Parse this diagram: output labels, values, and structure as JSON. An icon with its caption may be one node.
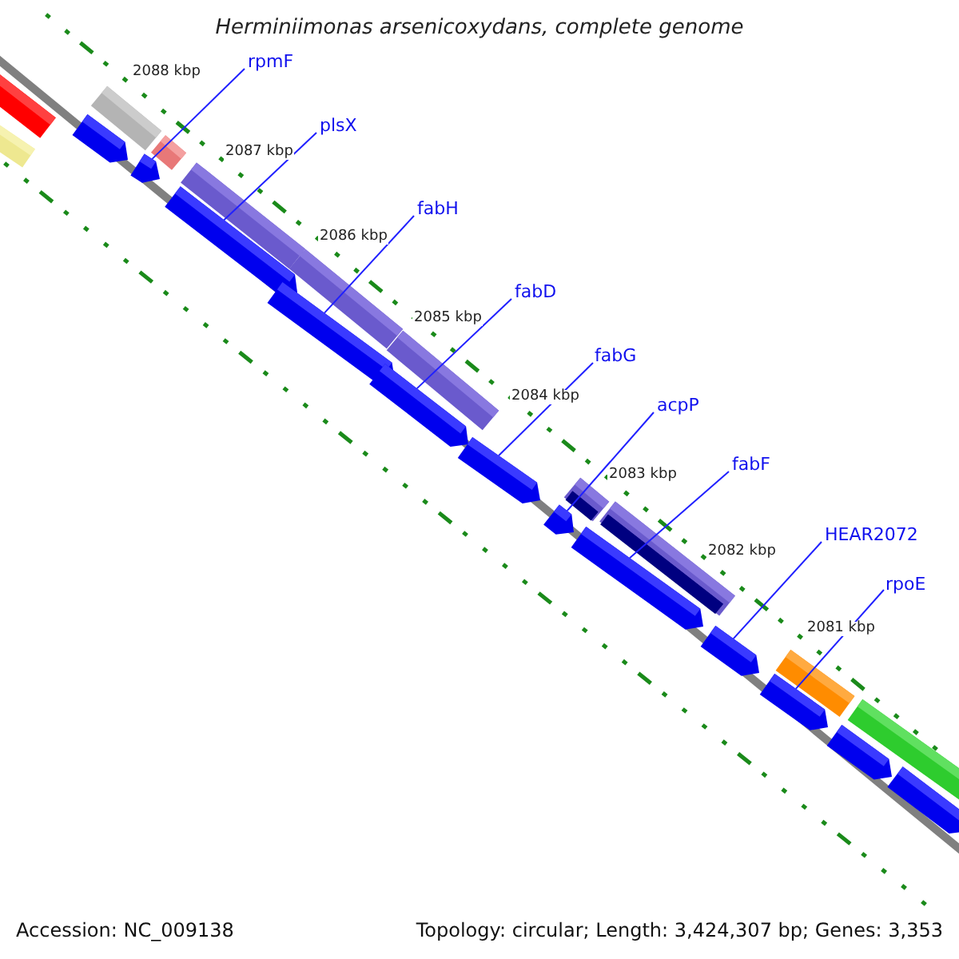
{
  "diagram": {
    "title": "Herminiimonas arsenicoxydans, complete genome",
    "nodes": [
      {
        "text": [
          "rpmF"
        ]
      },
      {
        "text": [
          "plsX"
        ]
      },
      {
        "text": [
          "fabH"
        ]
      },
      {
        "text": [
          "fabD"
        ]
      },
      {
        "text": [
          "fabG"
        ]
      },
      {
        "text": [
          "acpP"
        ]
      },
      {
        "text": [
          "fabF"
        ]
      },
      {
        "text": [
          "HEAR2072"
        ]
      },
      {
        "text": [
          "rpoE"
        ]
      },
      {
        "text": [],
        "shape": "bar"
      },
      {
        "text": [],
        "shape": "bar"
      },
      {
        "text": [],
        "shape": "bar"
      },
      {
        "text": [],
        "shape": "bar"
      },
      {
        "text": [],
        "shape": "bar"
      },
      {
        "text": [],
        "shape": "bar"
      },
      {
        "text": [],
        "shape": "bar"
      },
      {
        "text": [],
        "shape": "bar"
      },
      {
        "text": [],
        "shape": "bar"
      },
      {
        "text": [],
        "shape": "bar"
      },
      {
        "text": [],
        "shape": "bar"
      },
      {
        "text": [],
        "shape": "bar"
      }
    ],
    "edges": [
      {
        "from": 0,
        "to": 10,
        "arrow": "none"
      },
      {
        "from": 1,
        "to": 11,
        "arrow": "none"
      },
      {
        "from": 2,
        "to": 12,
        "arrow": "none"
      },
      {
        "from": 3,
        "to": 13,
        "arrow": "none"
      },
      {
        "from": 4,
        "to": 14,
        "arrow": "none"
      },
      {
        "from": 5,
        "to": 15,
        "arrow": "none"
      },
      {
        "from": 6,
        "to": 16,
        "arrow": "none"
      },
      {
        "from": 7,
        "to": 17,
        "arrow": "none"
      },
      {
        "from": 8,
        "to": 18,
        "arrow": "none"
      }
    ],
    "labels": [
      "2088 kbp",
      "2087 kbp",
      "2086 kbp",
      "2085 kbp",
      "2084 kbp",
      "2083 kbp",
      "2082 kbp",
      "2081 kbp",
      "Accession: NC_009138",
      "Topology: circular; Length: 3,424,307 bp; Genes: 3,353"
    ]
  }
}
